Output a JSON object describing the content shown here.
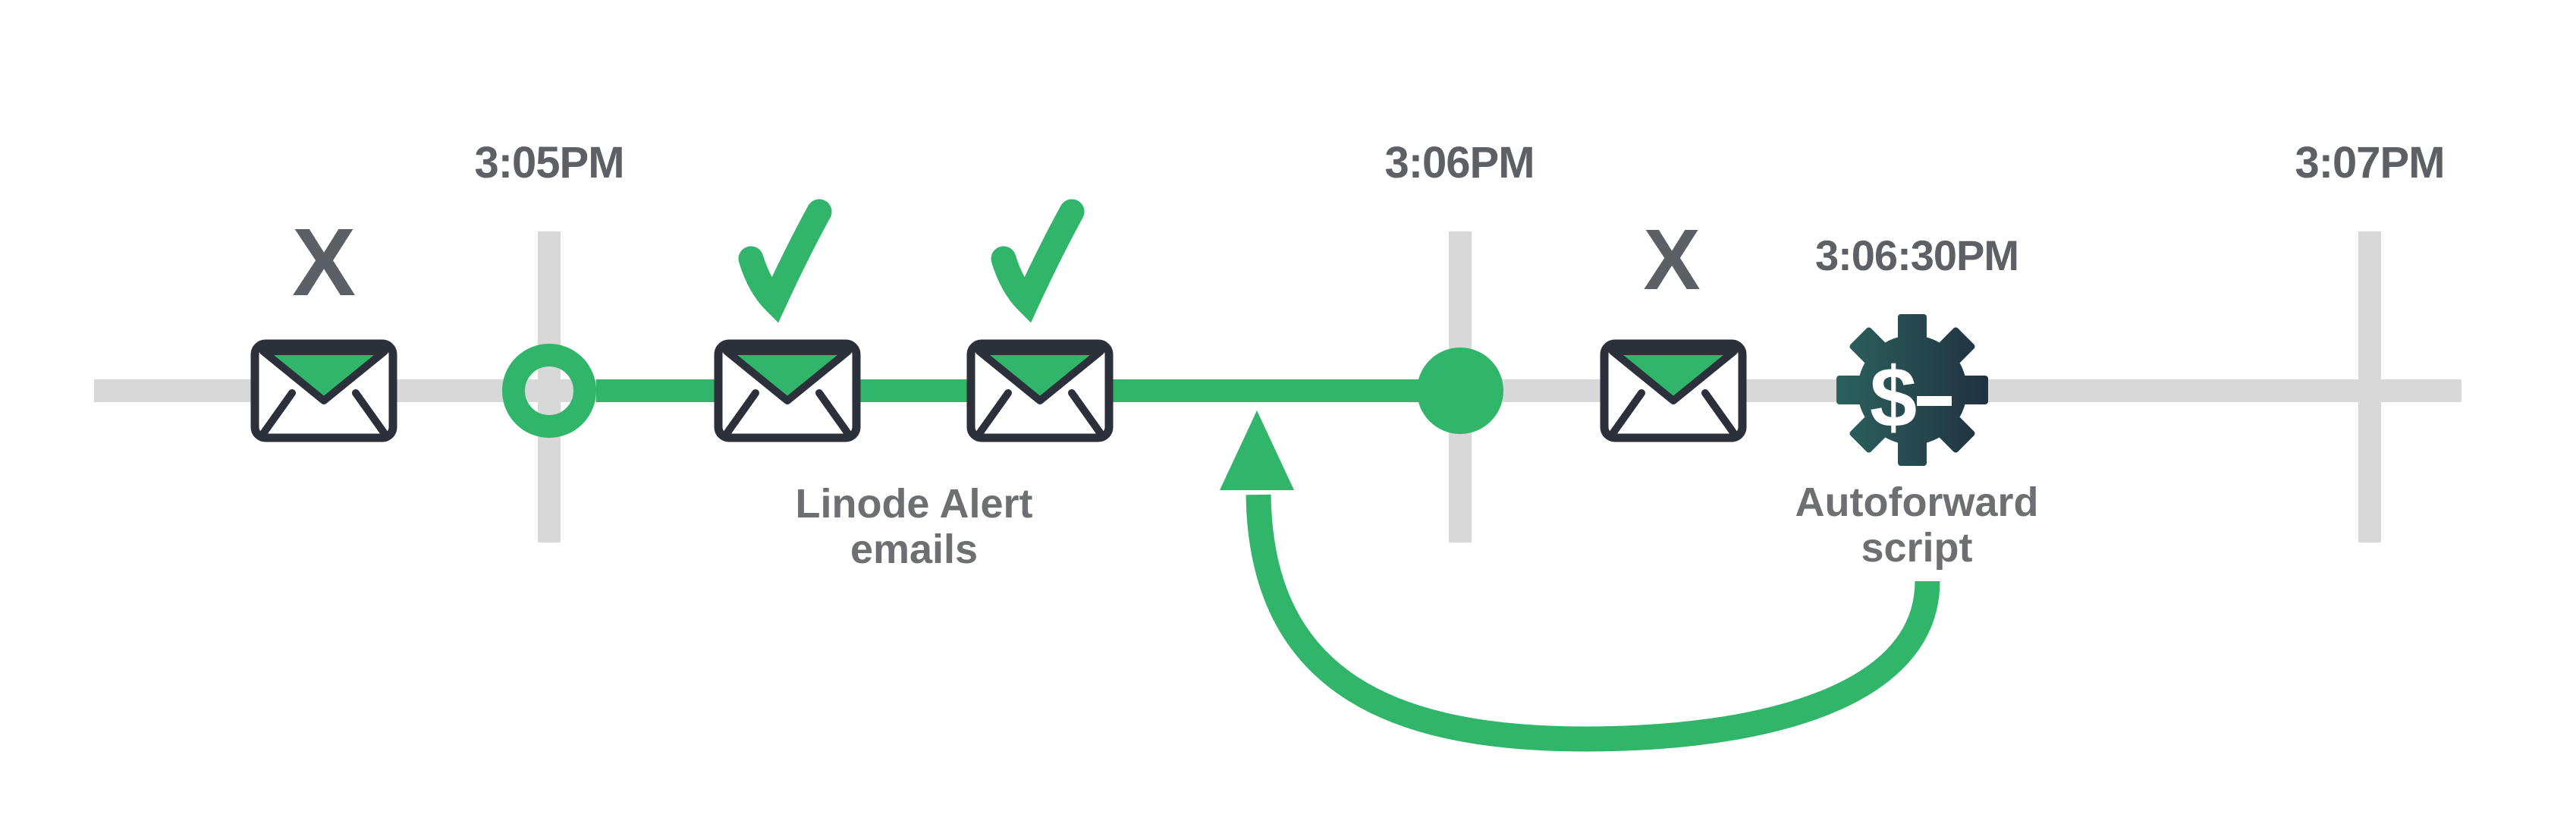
{
  "diagram": {
    "timeline": {
      "tick_labels": [
        "3:05PM",
        "3:06PM",
        "3:07PM"
      ]
    },
    "alert_emails": {
      "label_line1": "Linode Alert",
      "label_line2": "emails"
    },
    "autoforward": {
      "time_label": "3:06:30PM",
      "label_line1": "Autoforward",
      "label_line2": "script",
      "terminal_symbol": "$"
    },
    "markers": {
      "blocked": "X"
    },
    "colors": {
      "green": "#30b56a",
      "gray_line": "#d8d8d8",
      "envelope_stroke": "#2b303a",
      "x_marker": "#5b5f66",
      "time_text": "#5d6064",
      "caption_text": "#6d6f72",
      "gear_teal": "#2b625d",
      "gear_slate": "#203140",
      "white": "#ffffff"
    }
  }
}
